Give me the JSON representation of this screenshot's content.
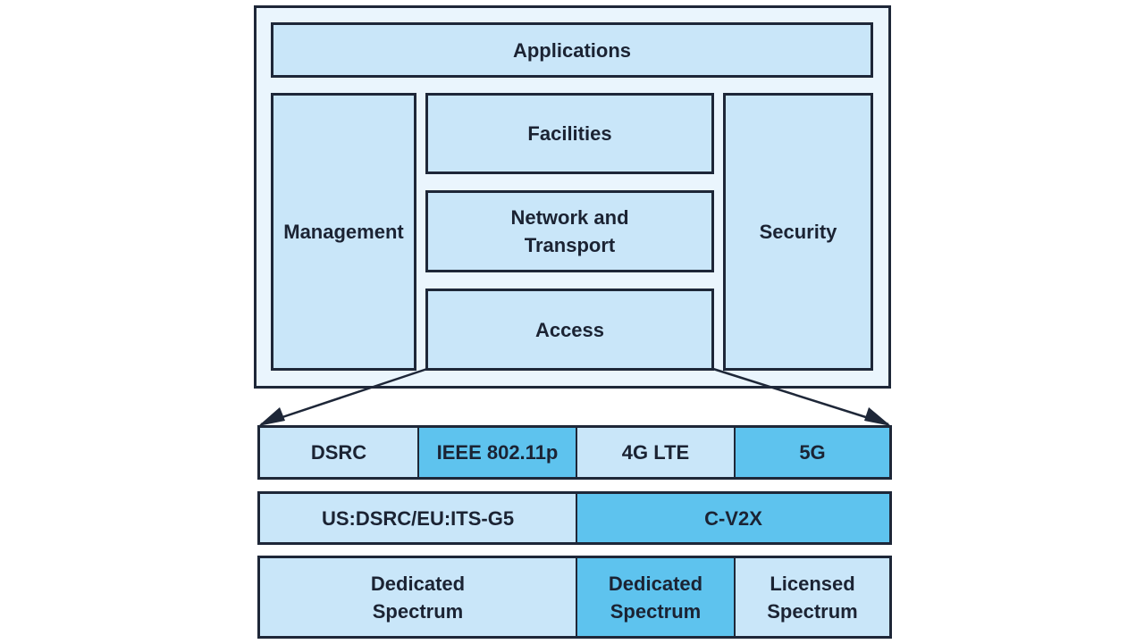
{
  "stack": {
    "applications": "Applications",
    "management": "Management",
    "facilities": "Facilities",
    "network_transport_line1": "Network and",
    "network_transport_line2": "Transport",
    "access": "Access",
    "security": "Security"
  },
  "access_technologies": [
    {
      "label": "DSRC",
      "style": "light"
    },
    {
      "label": "IEEE 802.11p",
      "style": "mid"
    },
    {
      "label": "4G LTE",
      "style": "light"
    },
    {
      "label": "5G",
      "style": "mid"
    }
  ],
  "standards": [
    {
      "label": "US:DSRC/EU:ITS-G5",
      "style": "light"
    },
    {
      "label": "C-V2X",
      "style": "mid"
    }
  ],
  "spectrum": [
    {
      "line1": "Dedicated",
      "line2": "Spectrum",
      "style": "light"
    },
    {
      "line1": "Dedicated",
      "line2": "Spectrum",
      "style": "mid"
    },
    {
      "line1": "Licensed",
      "line2": "Spectrum",
      "style": "light"
    }
  ],
  "colors": {
    "outline": "#1e2738",
    "outer_fill": "#eaf5fd",
    "light_fill": "#c9e6f9",
    "highlight_fill": "#5ec3ee"
  }
}
